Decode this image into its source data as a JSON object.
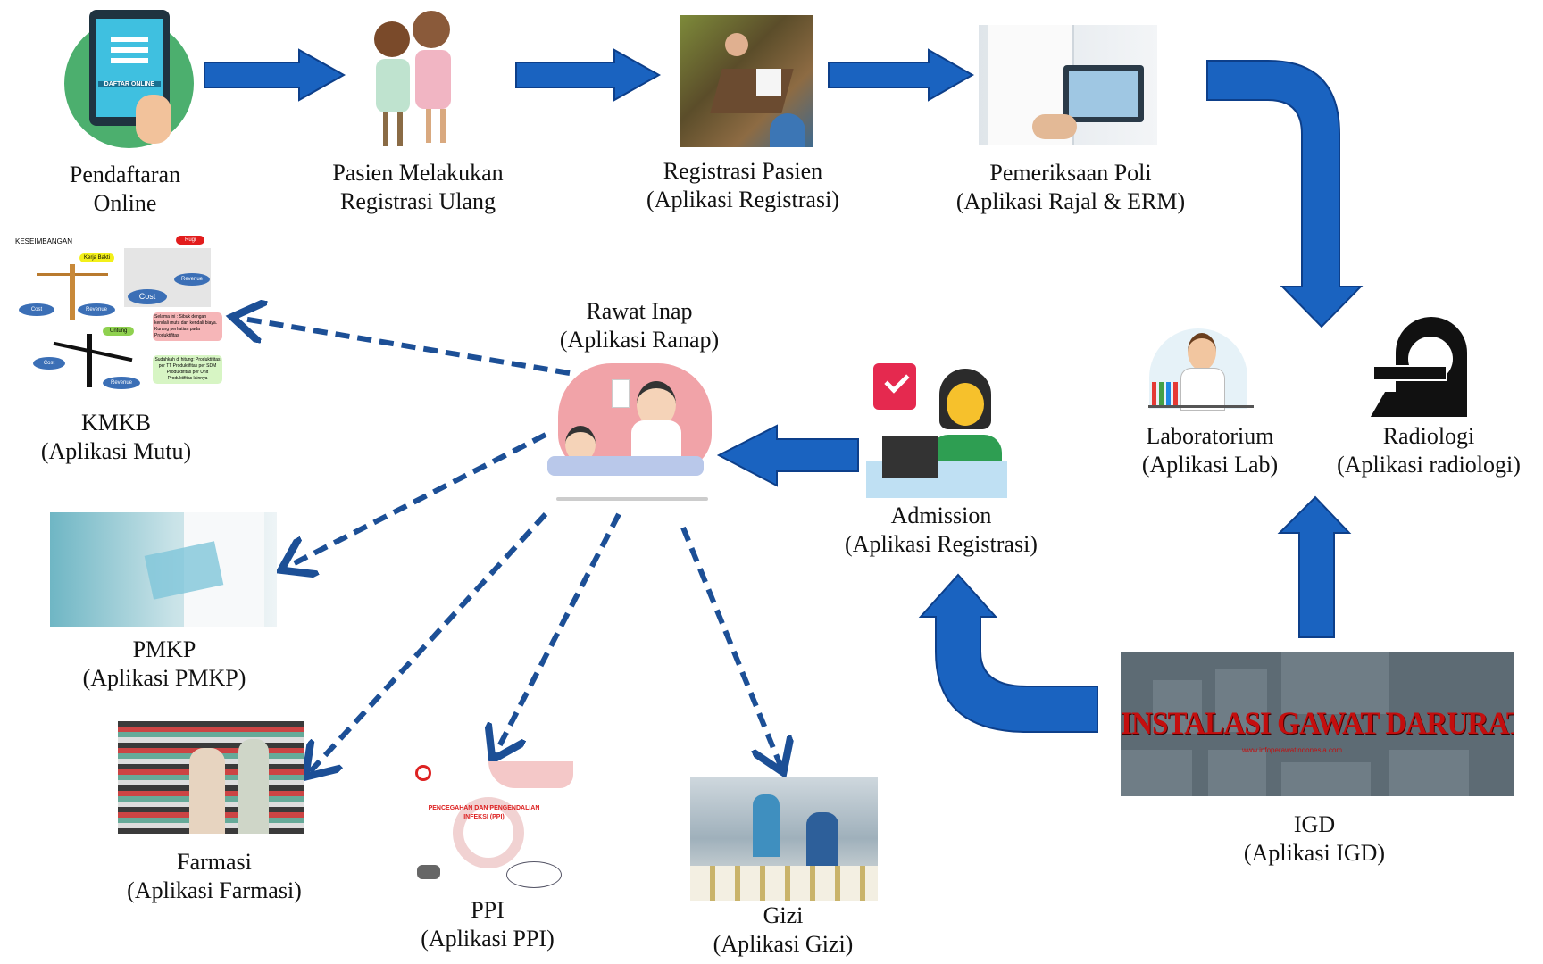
{
  "colors": {
    "arrow": "#1a63c0",
    "arrow_edge": "#0d3f8a",
    "dashed": "#1c4f96",
    "igd_banner_text": "#c40e0e"
  },
  "nodes": {
    "pendaftaran": {
      "line1": "Pendaftaran",
      "line2": "Online",
      "badge": "DAFTAR ONLINE",
      "icon": "tablet-registration-icon"
    },
    "pasien": {
      "line1": "Pasien Melakukan",
      "line2": "Registrasi Ulang",
      "icon": "patients-illustration"
    },
    "registrasi": {
      "line1": "Registrasi Pasien",
      "line2": "(Aplikasi Registrasi)",
      "icon": "registration-desk-photo"
    },
    "poli": {
      "line1": "Pemeriksaan Poli",
      "line2": "(Aplikasi Rajal & ERM)",
      "icon": "doctor-tablet-photo"
    },
    "lab": {
      "line1": "Laboratorium",
      "line2": "(Aplikasi Lab)",
      "icon": "lab-scientist-icon"
    },
    "radiologi": {
      "line1": "Radiologi",
      "line2": "(Aplikasi radiologi)",
      "icon": "ct-scanner-icon"
    },
    "igd": {
      "line1": "IGD",
      "line2": "(Aplikasi IGD)",
      "banner": "INSTALASI GAWAT DARURAT",
      "banner_url": "www.infoperawatindonesia.com"
    },
    "admission": {
      "line1": "Admission",
      "line2": "(Aplikasi Registrasi)",
      "icon": "admission-staff-icon"
    },
    "ranap": {
      "line1": "Rawat Inap",
      "line2": "(Aplikasi Ranap)",
      "icon": "inpatient-nurse-icon"
    },
    "kmkb": {
      "line1": "KMKB",
      "line2": "(Aplikasi Mutu)",
      "title": "KESEIMBANGAN",
      "cost": "Cost",
      "revenue": "Revenue",
      "rugi": "Rugi",
      "kerja_bakti": "Kerja Bakti",
      "untung": "Untung",
      "note1": "Selama ini : Sibuk dengan kendali mutu dan kendali biaya. Kurang perhatian pada Produktifitas",
      "note2": "Sudahkah di hitung: Produktifitas per TT Produktifitas per SDM Produktifitas per Unit Produktifitas lainnya"
    },
    "pmkp": {
      "line1": "PMKP",
      "line2": "(Aplikasi PMKP)",
      "icon": "doctor-tablet-photo"
    },
    "farmasi": {
      "line1": "Farmasi",
      "line2": "(Aplikasi Farmasi)",
      "icon": "pharmacy-photo"
    },
    "ppi": {
      "line1": "PPI",
      "line2": "(Aplikasi PPI)",
      "title": "PENCEGAHAN DAN PENGENDALIAN INFEKSI (PPI)"
    },
    "gizi": {
      "line1": "Gizi",
      "line2": "(Aplikasi Gizi)",
      "icon": "kitchen-photo"
    }
  }
}
